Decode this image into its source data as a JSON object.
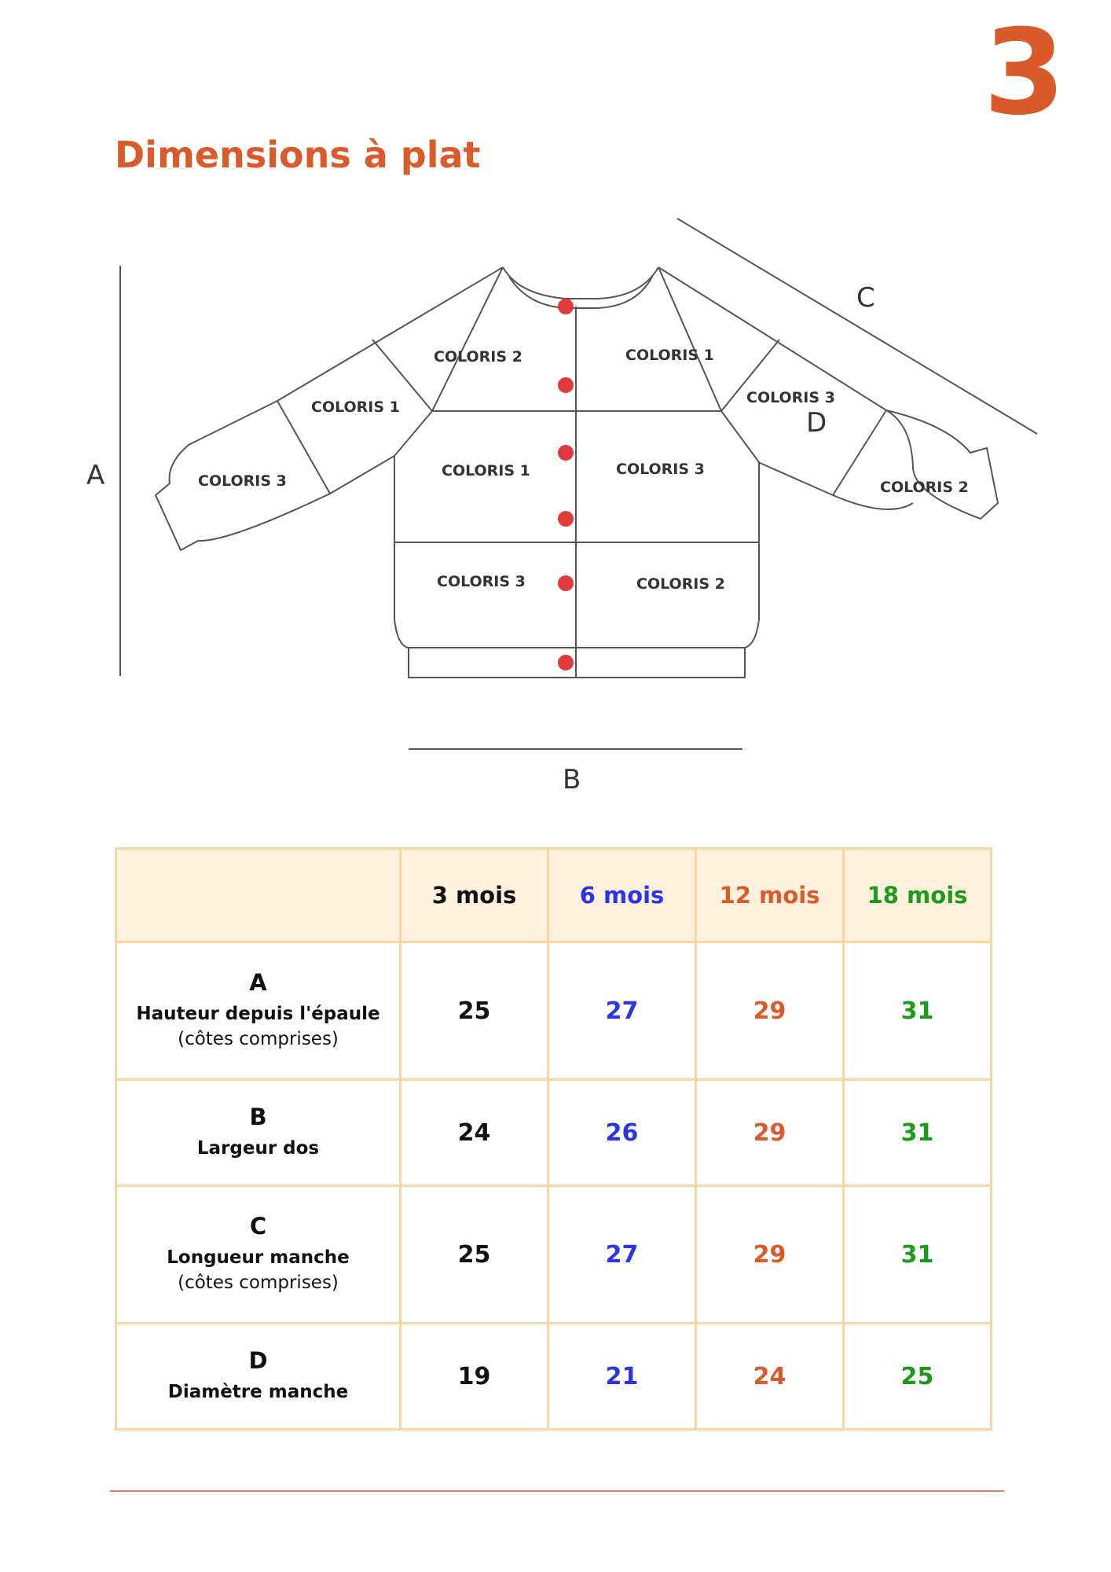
{
  "page_number": "3",
  "title": "Dimensions à plat",
  "diagram": {
    "zones": {
      "left_cuff_sleeve": "COLORIS 3",
      "left_upper_sleeve": "COLORIS 1",
      "left_yoke": "COLORIS 2",
      "right_yoke": "COLORIS 1",
      "right_upper_sleeve": "COLORIS 3",
      "right_cuff_sleeve": "COLORIS 2",
      "left_body_mid": "COLORIS 1",
      "right_body_mid": "COLORIS 3",
      "left_body_low": "COLORIS 3",
      "right_body_low": "COLORIS 2"
    },
    "dimension_labels": {
      "a": "A",
      "b": "B",
      "c": "C",
      "d": "D"
    },
    "colors": {
      "button": "#e03b3b",
      "outline": "#555555"
    }
  },
  "table": {
    "headers": [
      "",
      "3 mois",
      "6 mois",
      "12 mois",
      "18 mois"
    ],
    "header_colors": [
      "#111111",
      "#111111",
      "#2b35e8",
      "#d95a2b",
      "#1d9a1d"
    ],
    "rows": [
      {
        "letter": "A",
        "label": "Hauteur depuis l'épaule",
        "note": "(côtes comprises)",
        "values": [
          "25",
          "27",
          "29",
          "31"
        ]
      },
      {
        "letter": "B",
        "label": "Largeur dos",
        "note": "",
        "values": [
          "24",
          "26",
          "29",
          "31"
        ]
      },
      {
        "letter": "C",
        "label": "Longueur manche",
        "note": "(côtes comprises)",
        "values": [
          "25",
          "27",
          "29",
          "31"
        ]
      },
      {
        "letter": "D",
        "label": "Diamètre manche",
        "note": "",
        "values": [
          "19",
          "21",
          "24",
          "25"
        ]
      }
    ]
  },
  "colors": {
    "accent": "#d95a2b",
    "table_border": "#f9d6a1",
    "table_header_bg": "#fff1dc"
  }
}
